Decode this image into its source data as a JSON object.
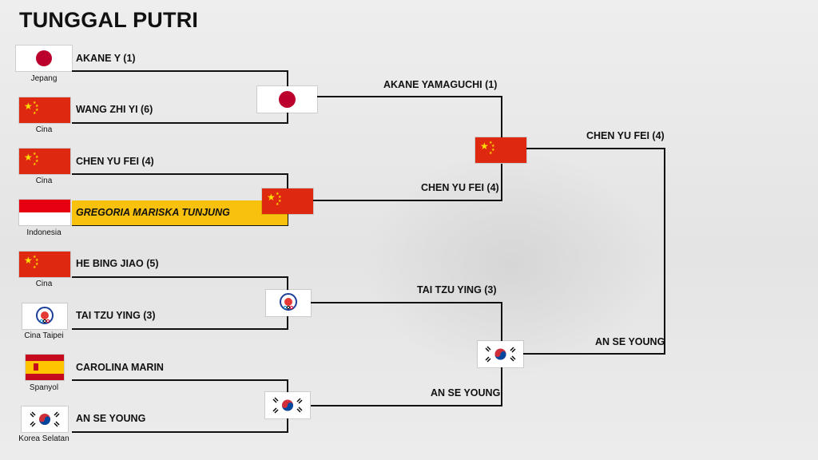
{
  "title": "TUNGGAL PUTRI",
  "round1": [
    {
      "name": "AKANE Y (1)",
      "country": "Jepang",
      "flag": "japan-flag-icon"
    },
    {
      "name": "WANG ZHI YI (6)",
      "country": "Cina",
      "flag": "china-flag-icon"
    },
    {
      "name": "CHEN YU FEI (4)",
      "country": "Cina",
      "flag": "china-flag-icon"
    },
    {
      "name": "GREGORIA MARISKA TUNJUNG",
      "country": "Indonesia",
      "flag": "indonesia-flag-icon",
      "highlighted": true
    },
    {
      "name": "HE BING JIAO (5)",
      "country": "Cina",
      "flag": "china-flag-icon"
    },
    {
      "name": "TAI TZU YING (3)",
      "country": "Cina Taipei",
      "flag": "chinese-taipei-flag-icon"
    },
    {
      "name": "CAROLINA MARIN",
      "country": "Spanyol",
      "flag": "spain-flag-icon"
    },
    {
      "name": "AN SE YOUNG",
      "country": "Korea Selatan",
      "flag": "south-korea-flag-icon"
    }
  ],
  "quarterfinal_winners": [
    "AKANE YAMAGUCHI (1)",
    "CHEN YU FEI (4)",
    "TAI TZU YING (3)",
    "AN SE YOUNG"
  ],
  "semifinal_winners": [
    "CHEN YU FEI (4)",
    "AN SE YOUNG"
  ],
  "colors": {
    "highlight": "#f7c10d",
    "line": "#111111"
  }
}
